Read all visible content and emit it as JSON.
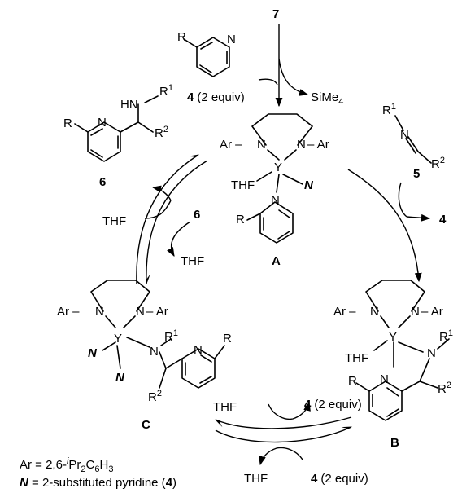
{
  "reagents": {
    "top_reagent": "7",
    "pyridine_label": "4",
    "pyridine_equiv": "(2 equiv)",
    "byproduct": "SiMe",
    "byproduct_sub": "4",
    "imine_label": "5",
    "product_label": "6",
    "return4_right": "4",
    "cycle_6_in": "6",
    "thf_in": "THF",
    "thf_out": "THF",
    "bottom_thf_top": "THF",
    "bottom_4_top": "4",
    "bottom_equiv_top": "(2 equiv)",
    "bottom_thf_bot": "THF",
    "bottom_4_bot": "4",
    "bottom_equiv_bot": "(2 equiv)"
  },
  "labels": {
    "A": "A",
    "B": "B",
    "C": "C"
  },
  "atoms": {
    "R": "R",
    "N": "N",
    "HN": "HN",
    "Ar": "Ar",
    "Y": "Y",
    "THF": "THF",
    "R1": "R",
    "R2": "R",
    "sup1": "1",
    "sup2": "2",
    "Nital": "N"
  },
  "legend": {
    "ar_def_prefix": "Ar = 2,6-",
    "ar_def_i": "i",
    "ar_def_mid": "Pr",
    "ar_def_sub2": "2",
    "ar_def_c": "C",
    "ar_def_sub6": "6",
    "ar_def_h": "H",
    "ar_def_sub3": "3",
    "n_def_symbol": "N",
    "n_def_text": " = 2-substituted pyridine (",
    "n_def_ref": "4",
    "n_def_close": ")"
  }
}
